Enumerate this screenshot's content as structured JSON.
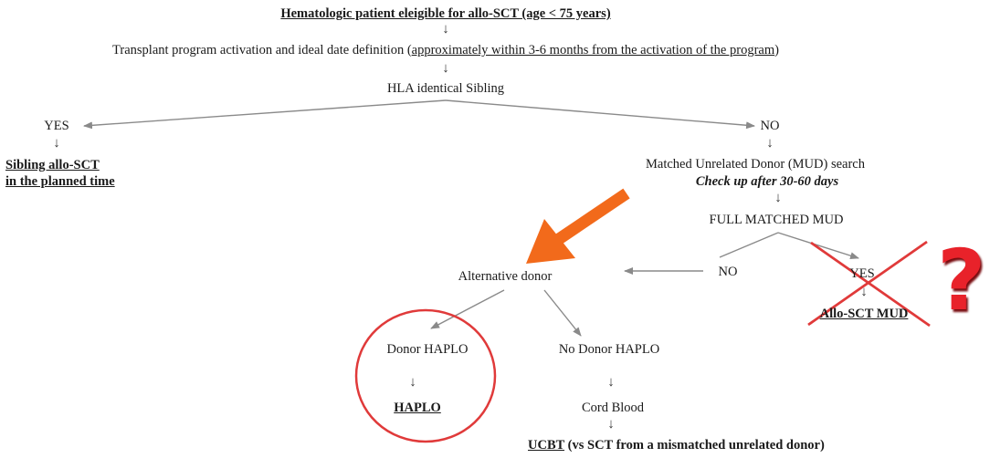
{
  "root": {
    "title": "Hematologic patient eleigible for allo-SCT (age < 75 years)",
    "step2_prefix": "Transplant program activation and ideal date definition (",
    "step2_underlined": "approximately within 3-6 months from the activation of the program",
    "step2_suffix": ")",
    "question": "HLA identical Sibling"
  },
  "yes_branch": {
    "label": "YES",
    "result_line1": "Sibling allo-SCT",
    "result_line2": "in the planned time"
  },
  "no_branch": {
    "label": "NO",
    "mud_search": "Matched Unrelated Donor (MUD) search",
    "checkup": "Check up after 30-60 days",
    "full_match": "FULL MATCHED MUD",
    "no_label": "NO",
    "yes_label": "YES",
    "yes_result": "Allo-SCT MUD"
  },
  "alternative": {
    "label": "Alternative donor",
    "haplo_donor": "Donor HAPLO",
    "haplo_result": "HAPLO",
    "no_haplo": "No Donor HAPLO",
    "cord_blood": "Cord Blood",
    "ucbt_main": "UCBT",
    "ucbt_note": " (vs SCT from a mismatched unrelated donor)"
  },
  "annotations": {
    "question_mark": "?",
    "arrow_color": "#f26a1b",
    "highlight_color": "#e03a3a",
    "connector_color": "#8a8a8a"
  },
  "arrow_glyph": "↓"
}
